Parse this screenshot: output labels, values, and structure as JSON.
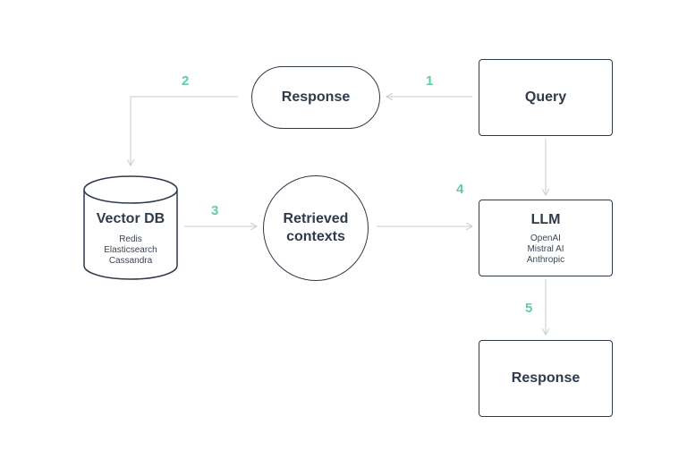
{
  "colors": {
    "stroke": "#2f3b4a",
    "arrow": "#c7ccd2",
    "step": "#5ecf9b"
  },
  "nodes": {
    "query": {
      "title": "Query"
    },
    "response_top": {
      "title": "Response"
    },
    "vector_db": {
      "title": "Vector DB",
      "items": [
        "Redis",
        "Elasticsearch",
        "Cassandra"
      ]
    },
    "retrieved": {
      "title_line1": "Retrieved",
      "title_line2": "contexts"
    },
    "llm": {
      "title": "LLM",
      "items": [
        "OpenAI",
        "Mistral AI",
        "Anthropic"
      ]
    },
    "response_bottom": {
      "title": "Response"
    }
  },
  "steps": [
    "1",
    "2",
    "3",
    "4",
    "5"
  ]
}
